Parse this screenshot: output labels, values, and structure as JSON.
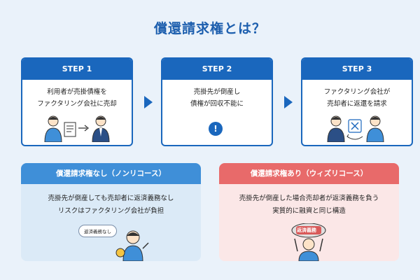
{
  "title": "償還請求権とは？",
  "steps": [
    {
      "label": "STEP 1",
      "lines": [
        "利用者が売掛債権を",
        "ファクタリング会社に売却"
      ]
    },
    {
      "label": "STEP 2",
      "lines": [
        "売掛先が倒産し",
        "債権が回収不能に"
      ],
      "alert": "!"
    },
    {
      "label": "STEP 3",
      "lines": [
        "ファクタリング会社が",
        "売却者に返還を請求"
      ]
    }
  ],
  "panels": {
    "non_recourse": {
      "title": "償還請求権なし（ノンリコース）",
      "lines": [
        "売掛先が倒産しても売却者に返済義務なし",
        "リスクはファクタリング会社が負担"
      ],
      "bubble": "返済義務なし",
      "color": "#3f8fd8",
      "bg": "#dbeaf7"
    },
    "recourse": {
      "title": "償還請求権あり（ウィズリコース）",
      "lines": [
        "売掛先が倒産した場合売却者が返済義務を負う",
        "実質的に融資と同じ構造"
      ],
      "weight_label": "返済義務",
      "color": "#e86a6a",
      "bg": "#fbe7e7"
    }
  },
  "colors": {
    "primary": "#1a67bd",
    "title": "#1d5fae"
  }
}
